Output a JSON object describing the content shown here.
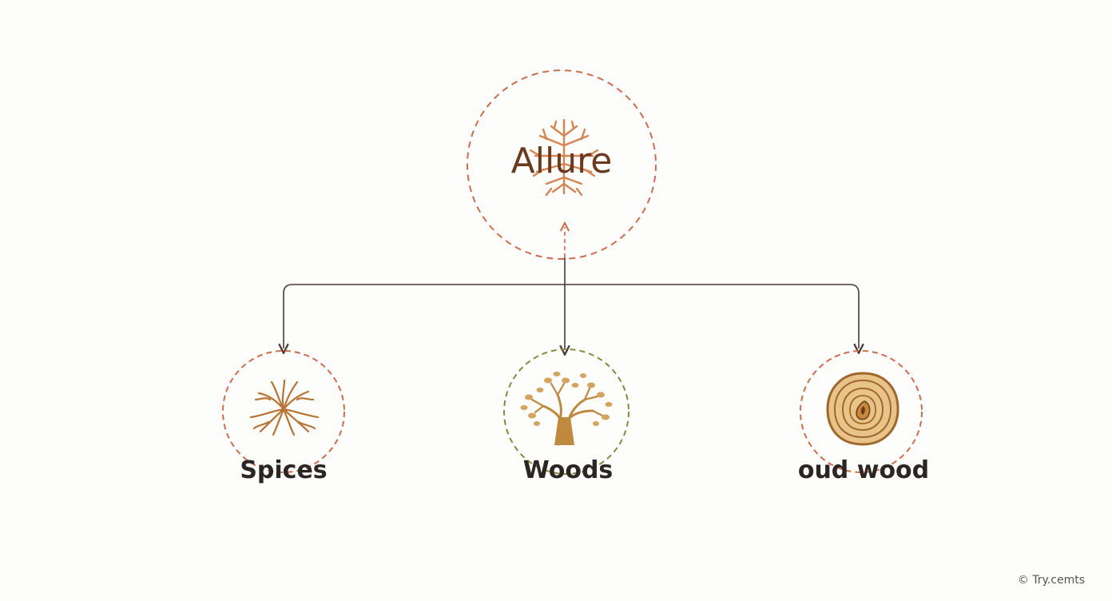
{
  "diagram": {
    "root": {
      "label": "Allure",
      "icon": "coral-branch-icon",
      "circle_color": "#d26b4a",
      "text_color": "#6b3a1e"
    },
    "children": [
      {
        "label": "Spices",
        "icon": "root-spice-icon",
        "circle_color": "#d26b4a"
      },
      {
        "label": "Woods",
        "icon": "tree-icon",
        "circle_color": "#8a8a3a"
      },
      {
        "label": "oud wood",
        "icon": "wood-rings-icon",
        "circle_color": "#d26b4a"
      }
    ],
    "colors": {
      "connector": "#4a3a34",
      "icon_primary": "#c8893d",
      "icon_dark": "#a0672a",
      "icon_light": "#e8c48a",
      "label_text": "#2c2622"
    }
  },
  "watermark": {
    "symbol": "©",
    "text": "Try.cemts"
  }
}
